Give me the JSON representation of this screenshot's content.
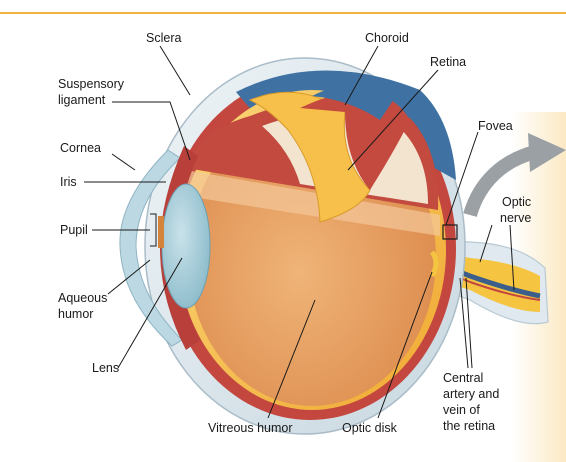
{
  "labels": {
    "sclera": "Sclera",
    "choroid": "Choroid",
    "retina": "Retina",
    "fovea": "Fovea",
    "suspensory_ligament_line1": "Suspensory",
    "suspensory_ligament_line2": "ligament",
    "cornea": "Cornea",
    "iris": "Iris",
    "pupil": "Pupil",
    "optic_nerve_line1": "Optic",
    "optic_nerve_line2": "nerve",
    "aqueous_humor_line1": "Aqueous",
    "aqueous_humor_line2": "humor",
    "lens": "Lens",
    "central_artery_line1": "Central",
    "central_artery_line2": "artery and",
    "central_artery_line3": "vein of",
    "central_artery_line4": "the retina",
    "vitreous_humor": "Vitreous humor",
    "optic_disk": "Optic disk"
  },
  "colors": {
    "top_rule": "#f0b341",
    "sclera_outer": "#dfe9ef",
    "choroid": "#3f72a2",
    "retina": "#f5bb45",
    "retina_light": "#fbe09c",
    "wall_red": "#c4473f",
    "vitreous": "#e89a5a",
    "lens": "#9ec9d6",
    "cornea": "#bcd9e3",
    "nerve_yellow": "#f5c441",
    "vessel_blue": "#3b5f8a",
    "arrow_gray": "#9aa0a4",
    "side_panel": "#fdf1d8"
  }
}
